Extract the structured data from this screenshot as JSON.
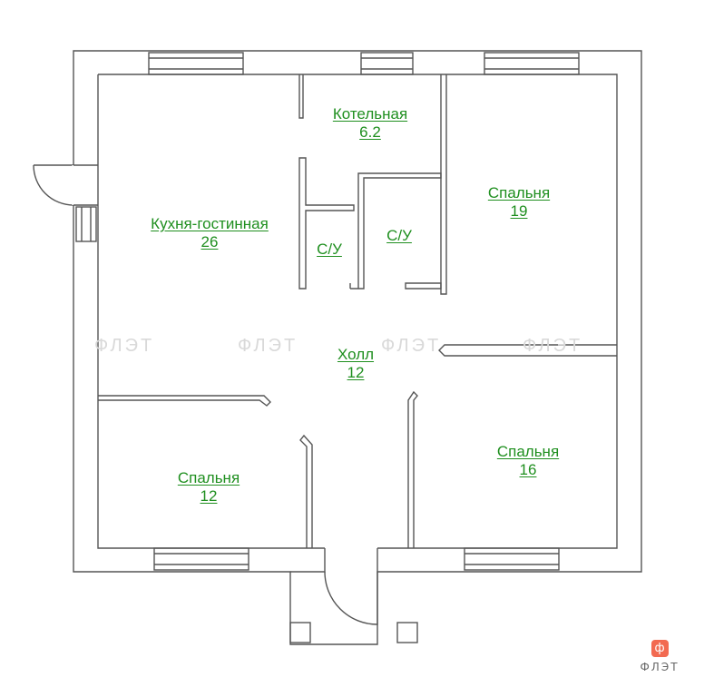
{
  "colors": {
    "wall": "#555555",
    "label": "#1f8f1f",
    "watermark": "#d9d9d9",
    "brand_accent": "#f26a51"
  },
  "rooms": {
    "boiler": {
      "name": "Котельная",
      "area": "6.2"
    },
    "kitchen_living": {
      "name": "Кухня-гостинная",
      "area": "26"
    },
    "wc_left": {
      "name": "С/У"
    },
    "wc_right": {
      "name": "С/У"
    },
    "bedroom_ne": {
      "name": "Спальня",
      "area": "19"
    },
    "hall": {
      "name": "Холл",
      "area": "12"
    },
    "bedroom_sw": {
      "name": "Спальня",
      "area": "12"
    },
    "bedroom_se": {
      "name": "Спальня",
      "area": "16"
    }
  },
  "watermark": {
    "text": "ФЛЭТ"
  },
  "brand": {
    "icon": "ф",
    "name": "ФЛЭТ"
  }
}
